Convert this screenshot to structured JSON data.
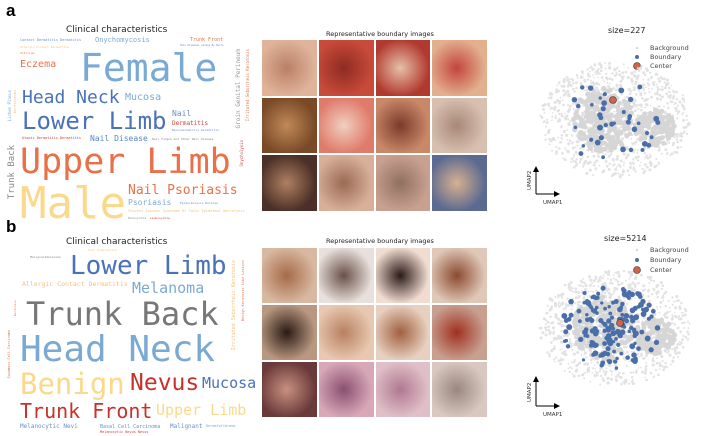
{
  "panels": [
    {
      "label": "a",
      "wordcloud": {
        "title": "Clinical characteristics",
        "words": [
          "Female",
          "Upper Limb",
          "Male",
          "Lower Limb",
          "Head Neck",
          "Nail Psoriasis",
          "Eczema",
          "Mucosa",
          "Onychomycosis",
          "Nail",
          "Nail Disease",
          "Psoriasis",
          "Trunk Back",
          "Dermatitis",
          "Trunk Front",
          "Contact Dermatitis Dermatitis",
          "Allergic Contact Dermatitis",
          "Vitiligo",
          "Atopic Dermatitis Dermatitis",
          "Nail Fungus And Other Nail Disease",
          "Groin Genital Perineum",
          "Irritated Seborrheic Keratosis",
          "Neurodermatitis Dermatitis",
          "Lichen Planus",
          "Onycholysis",
          "Stevens Johnson Syndrome Or Toxic Epidermal Necrolysis",
          "Keratoderma",
          "Epidermolysis Bullosa",
          "Paronychia",
          "Leukonychia",
          "Skin Diseases Caused By Warts"
        ]
      },
      "images_title": "Representative boundary images",
      "scatter": {
        "title": "size=227",
        "legend": [
          "Background",
          "Boundary",
          "Center"
        ],
        "xlabel": "UMAP1",
        "ylabel": "UMAP2",
        "boundary_count": 40
      }
    },
    {
      "label": "b",
      "wordcloud": {
        "title": "Clinical characteristics",
        "words": [
          "Head Neck",
          "Trunk Back",
          "Lower Limb",
          "Benign",
          "Nevus",
          "Trunk Front",
          "Upper Limb",
          "Melanoma",
          "Mucosa",
          "Allergic Contact Dermatitis",
          "Malignant",
          "Melanocytic Nevi",
          "Basal Cell Carcinoma",
          "Dermatofibroma",
          "Melanocytic Nevus Nevus",
          "Irritated Seborrheic Keratosis",
          "Benign Keratosis Like Lesions",
          "Squamous Cell Carcinoma",
          "Malignantmelanoma",
          "Keratosis",
          "Scar Acquisition"
        ]
      },
      "images_title": "Representative boundary images",
      "scatter": {
        "title": "size=5214",
        "legend": [
          "Background",
          "Boundary",
          "Center"
        ],
        "xlabel": "UMAP1",
        "ylabel": "UMAP2",
        "boundary_count": 160
      }
    }
  ],
  "colors": {
    "background_points": "#d9d9d9",
    "boundary": "#4a6fa8",
    "center": "#d0644a"
  }
}
